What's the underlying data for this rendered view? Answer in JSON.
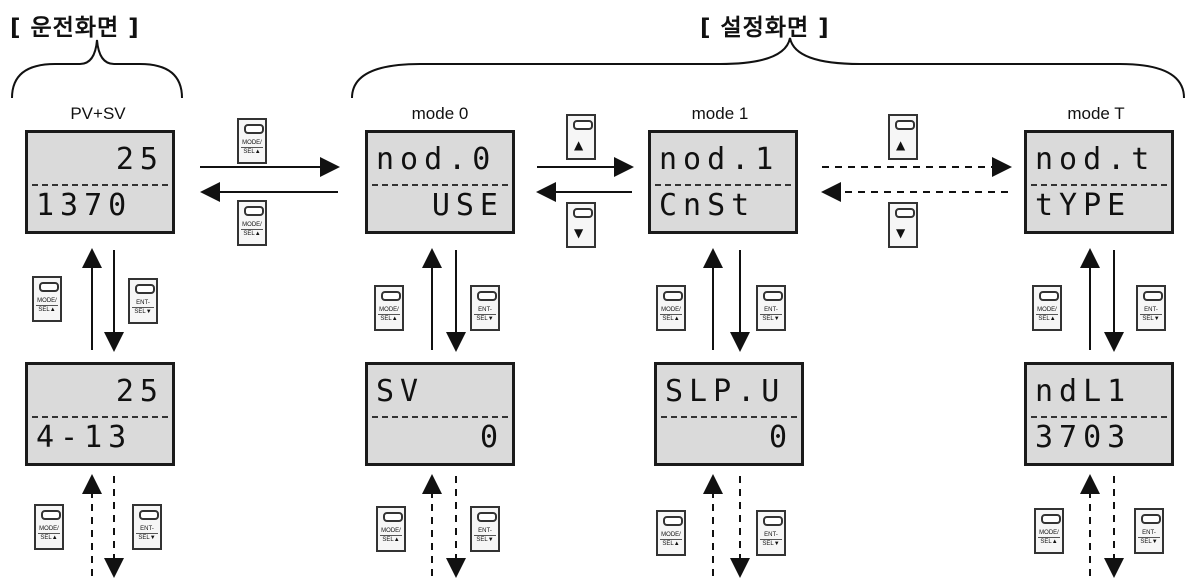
{
  "headings": {
    "run": "[ 운전화면 ]",
    "setting": "[ 설정화면 ]"
  },
  "captions": {
    "pvsv": "PV+SV",
    "mode0": "mode 0",
    "mode1": "mode 1",
    "modeT": "mode T"
  },
  "displays": {
    "pvsv": {
      "top": "25",
      "bottom": "1370"
    },
    "mode0": {
      "top": "nod.0",
      "bottom": "USE"
    },
    "mode1": {
      "top": "nod.1",
      "bottom": "CnSt"
    },
    "modeT": {
      "top": "nod.t",
      "bottom": "tYPE"
    },
    "pvsv_sub": {
      "top": "25",
      "bottom": "4-13"
    },
    "mode0_sub": {
      "top": "SV",
      "bottom": "0"
    },
    "mode1_sub": {
      "top": "SLP.U",
      "bottom": "0"
    },
    "modeT_sub": {
      "top": "ndL1",
      "bottom": "3703"
    }
  },
  "keys": {
    "mode_sel": {
      "top": "MODE/",
      "bottom": "SEL▲"
    },
    "ent_sel": {
      "top": "ENT-",
      "bottom": "SEL▼"
    },
    "up": "▲",
    "down": "▼"
  },
  "colors": {
    "lcd_bg": "#dadada",
    "line": "#111111"
  }
}
